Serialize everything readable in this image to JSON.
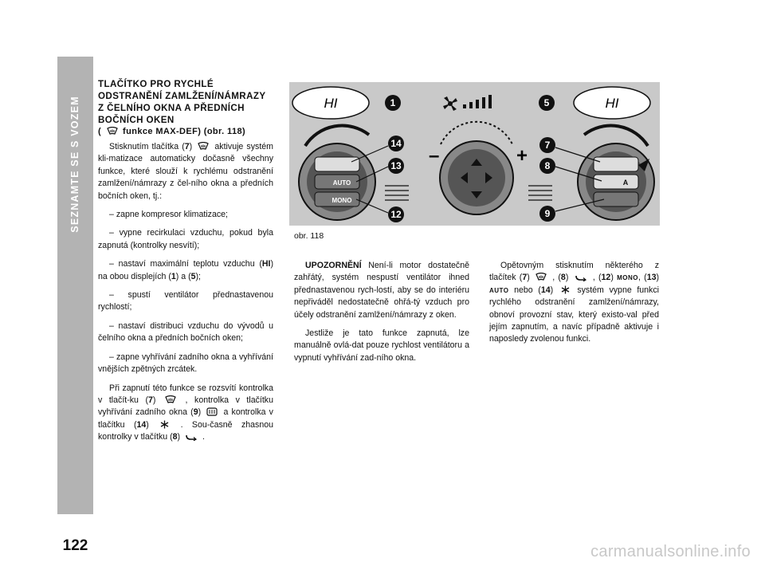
{
  "sidebar": {
    "title": "SEZNAMTE SE S VOZEM",
    "page_number": "122"
  },
  "left": {
    "heading_lines": [
      "TLAČÍTKO PRO RYCHLÉ",
      "ODSTRANĚNÍ ZAMLŽENÍ/NÁMRAZY",
      "Z ČELNÍHO OKNA A PŘEDNÍCH",
      "BOČNÍCH OKEN"
    ],
    "heading_sub_open": "(",
    "heading_sub": "funkce MAX-DEF) (obr. 118)",
    "p1_a": "Stisknutím tlačítka (",
    "p1_num": "7",
    "p1_b": ")",
    "p1_c": "aktivuje systém kli-matizace automaticky dočasně všechny funkce, které slouží k rychlému odstranění zamlžení/námrazy z čel-ního okna a předních bočních oken, tj.:",
    "items": [
      "– zapne kompresor klimatizace;",
      "– vypne recirkulaci vzduchu, pokud byla zapnutá (kontrolky nesvítí);",
      "– spustí ventilátor přednastavenou rychlostí;",
      "– nastaví distribuci vzduchu do vývodů u čelního okna a předních bočních oken;",
      "– zapne vyhřívání zadního okna a vyhřívání vnějších zpětných zrcátek."
    ],
    "item3_a": "– nastaví maximální teplotu vzduchu (",
    "item3_hi": "HI",
    "item3_b": ") na obou displejích (",
    "item3_n1": "1",
    "item3_c": ") a (",
    "item3_n2": "5",
    "item3_d": ");",
    "p2_a": "Při zapnutí této funkce se rozsvítí kontrolka v tlačít-ku (",
    "p2_n7": "7",
    "p2_b": ")",
    "p2_c": ", kontrolka v tlačítku vyhřívání zadního okna (",
    "p2_n9": "9",
    "p2_d": ")",
    "p2_e": "a kontrolka v tlačítku (",
    "p2_n14": "14",
    "p2_f": ")",
    "p2_g": ". Sou-časně zhasnou kontrolky v tlačítku (",
    "p2_n8": "8",
    "p2_h": ")",
    "p2_i": "."
  },
  "middle": {
    "warn_label": "UPOZORNĚNÍ",
    "warn_text": "Není-li motor dostatečně zahřátý, systém nespustí ventilátor ihned přednastavenou rych-lostí, aby se do interiéru nepřiváděl nedostatečně ohřá-tý vzduch pro účely odstranění zamlžení/námrazy z oken.",
    "p2": "Jestliže je tato funkce zapnutá, lze manuálně ovlá-dat pouze rychlost ventilátoru a vypnutí vyhřívání zad-ního okna."
  },
  "right": {
    "a": "Opětovným stisknutím některého z tlačítek (",
    "n7": "7",
    "b": ")",
    "c": ", (",
    "n8": "8",
    "d": ")",
    "e": ", (",
    "n12": "12",
    "f": ")",
    "mono": "MONO",
    "g": ", (",
    "n13": "13",
    "h": ")",
    "auto": "AUTO",
    "i": "nebo (",
    "n14": "14",
    "j": ")",
    "k": "systém vypne funkci rychlého odstranění zamlžení/námrazy, obnoví provozní stav, který existo-val před jejím zapnutím, a navíc případně aktivuje i naposledy zvolenou funkci."
  },
  "figure": {
    "caption": "obr. 118",
    "display_left": "HI",
    "display_right": "HI",
    "btn_auto_left": "AUTO",
    "btn_mono_left": "MONO",
    "btn_a_right": "A",
    "callouts": [
      "1",
      "5",
      "14",
      "13",
      "12",
      "7",
      "8",
      "9"
    ],
    "minus": "–",
    "plus": "+"
  },
  "footer": {
    "url": "carmanualsonline.info"
  }
}
